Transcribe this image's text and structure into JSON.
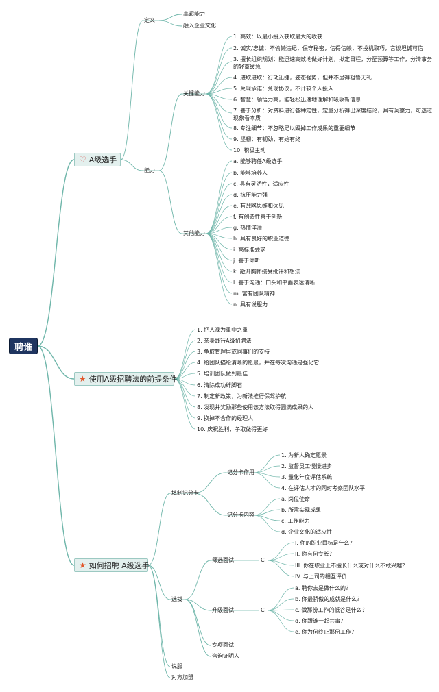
{
  "root": "聘谁",
  "icons": {
    "heart": "♡",
    "star": "★"
  },
  "colors": {
    "root_bg": "#1f3560",
    "main_bg": "#e3f0ee",
    "line": "#6fb6aa",
    "star": "#e2582c"
  },
  "a_player": {
    "label": "A级选手",
    "definition": {
      "label": "定义",
      "items": [
        "高超能力",
        "融入企业文化"
      ]
    },
    "ability": {
      "label": "能力",
      "key": {
        "label": "关键能力",
        "items": [
          "1. 高效：以最小投入获取最大的收获",
          "2. 诚实/忠诚：不偷懒违纪，保守秘密，信得信赖，不投机取巧，言谈坦诚可信",
          "3. 擅长组织规划：能迅速高效地做好计划，拟定日程，分配预算等工作，分清事务的轻重缓急",
          "4. 进取进取：行动迅捷，姿态强势，但并不显得粗鲁无礼",
          "5. 兑现承诺：兑现协议，不计较个人投入",
          "6. 智慧：领悟力高，能轻松迅速地理解和吸收新信息",
          "7. 善于分析：对资料进行各种定性，定量分析得出深度结论，具有洞察力，可透过现象看本质",
          "8. 专注细节：不忽略足以毁掉工作成果的重要细节",
          "9. 坚韧：有韧劲，有始有终",
          "10. 积极主动"
        ]
      },
      "other": {
        "label": "其他能力",
        "items": [
          "a. 能够聘任A级选手",
          "b. 能够培养人",
          "c. 具有灵活性，适应性",
          "d. 抗压能力强",
          "e. 有战略思维和远见",
          "f. 有创造性善于创新",
          "g. 热情洋溢",
          "h. 具有良好的职业道德",
          "i. 高标准要求",
          "j. 善于倾听",
          "k. 敞开胸怀接受批评和想法",
          "l. 善于沟通：口头和书面表达清晰",
          "m. 富有团队精神",
          "n. 具有说服力"
        ]
      }
    }
  },
  "preconditions": {
    "label": "使用A级招聘法的前提条件",
    "items": [
      "1. 把人视为重中之重",
      "2. 亲身践行A级招聘法",
      "3. 争取管理层或同事们的支持",
      "4. 给团队描绘清晰的愿景，并在每次沟通是强化它",
      "5. 培训团队做到最佳",
      "6. 清除成功绊脚石",
      "7. 制定新政策，为新法推行保驾护航",
      "8. 发现并奖励那些使用该方法取得圆满成果的人",
      "9. 换掉不合作的经理人",
      "10. 庆祝胜利，争取做得更好"
    ]
  },
  "how_to": {
    "label": "如何招聘 A级选手",
    "scorecard": {
      "label": "填制记分卡",
      "effect": {
        "label": "记分卡作用",
        "items": [
          "1. 为新人确定愿景",
          "2. 监督员工慢慢进步",
          "3. 量化年度评估系统",
          "4. 在评估人才的同时考察团队水平"
        ]
      },
      "content": {
        "label": "记分卡内容",
        "items": [
          "a. 岗位使命",
          "b. 所需实现成果",
          "c. 工作能力",
          "d. 企业文化的适应性"
        ]
      }
    },
    "select": {
      "label": "选拔",
      "screen": {
        "label": "筛选面试",
        "marker": "C",
        "items": [
          "I. 你的职业目标是什么？",
          "II. 你有何专长？",
          "III. 你在职业上不擅长什么或对什么不敢兴趣？",
          "IV. 与上司的相互评价"
        ]
      },
      "upgrade": {
        "label": "升级面试",
        "marker": "C",
        "items": [
          "a. 聘你去是做什么的？",
          "b. 你最骄傲的成就是什么？",
          "c. 做那份工作的低谷是什么？",
          "d. 你跟谁一起共事？",
          "e. 你为何终止那份工作？"
        ]
      },
      "special": "专项面试",
      "reference": "咨询证明人"
    },
    "persuade": "说服",
    "join": "对方加盟"
  }
}
